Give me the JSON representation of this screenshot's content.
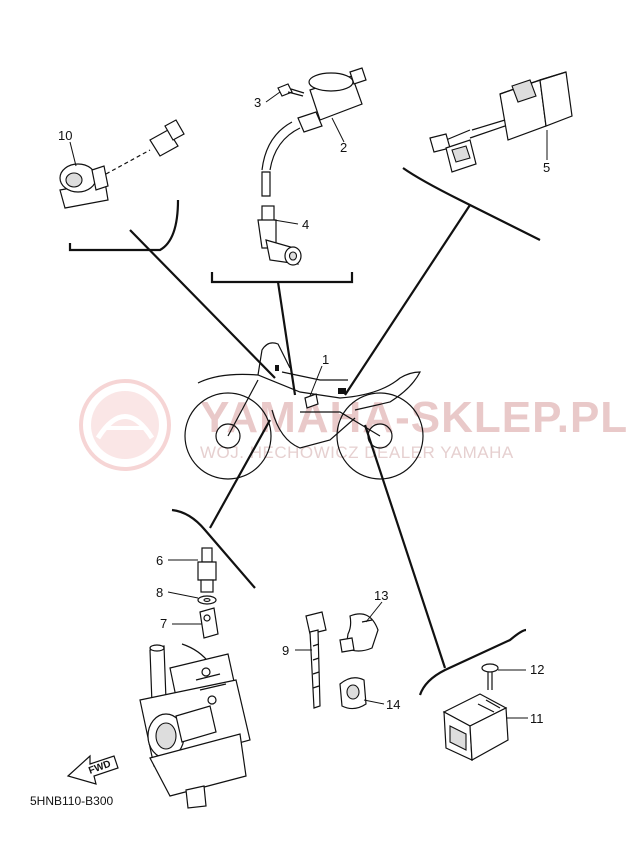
{
  "diagram_code": "5HNB110-B300",
  "watermark": {
    "line1": "YAMAHA-SKLEP.PL",
    "line2": "WOJ. HECHOWICZ DEALER YAMAHA"
  },
  "fwd_label": "FWD",
  "parts": [
    {
      "number": "1"
    },
    {
      "number": "2"
    },
    {
      "number": "3"
    },
    {
      "number": "4"
    },
    {
      "number": "5"
    },
    {
      "number": "6"
    },
    {
      "number": "7"
    },
    {
      "number": "8"
    },
    {
      "number": "9"
    },
    {
      "number": "10"
    },
    {
      "number": "11"
    },
    {
      "number": "12"
    },
    {
      "number": "13"
    },
    {
      "number": "14"
    }
  ],
  "colors": {
    "lines": "#111111",
    "watermark": "#e9c9c9",
    "watermark_logo": "#efb3b3"
  }
}
